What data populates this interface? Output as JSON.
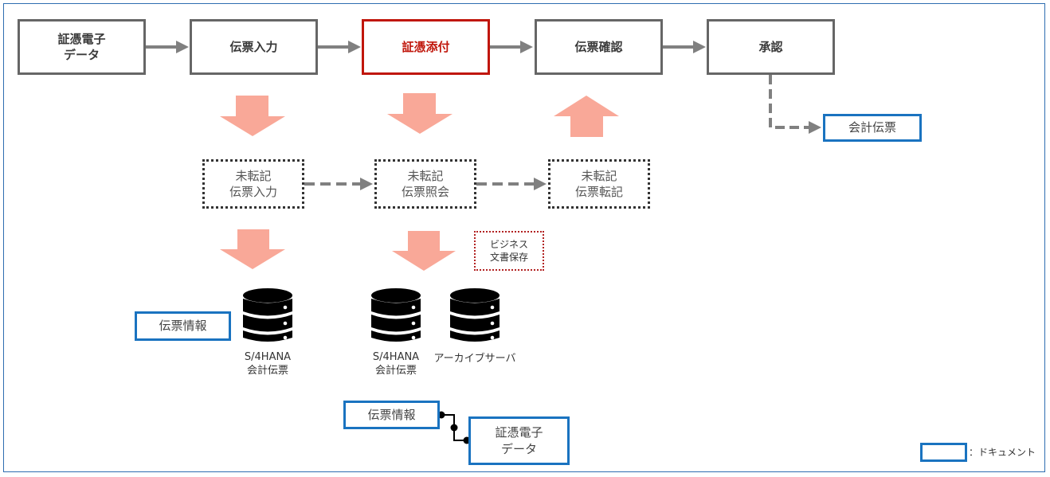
{
  "process_steps": [
    {
      "label": "証憑電子\nデータ",
      "active": false
    },
    {
      "label": "伝票入力",
      "active": false
    },
    {
      "label": "証憑添付",
      "active": true
    },
    {
      "label": "伝票確認",
      "active": false
    },
    {
      "label": "承認",
      "active": false
    }
  ],
  "transactions": [
    {
      "label": "未転記\n伝票入力"
    },
    {
      "label": "未転記\n伝票照会"
    },
    {
      "label": "未転記\n伝票転記"
    }
  ],
  "note": {
    "label": "ビジネス\n文書保存"
  },
  "documents": {
    "accounting_doc": "会計伝票",
    "doc_info_left": "伝票情報",
    "doc_info_bottom": "伝票情報",
    "evidence_data": "証憑電子\nデータ"
  },
  "databases": [
    {
      "icon": "database-icon",
      "caption": "S/4HANA\n会計伝票"
    },
    {
      "icon": "database-icon",
      "caption": "S/4HANA\n会計伝票"
    },
    {
      "icon": "database-icon",
      "caption": "アーカイブサーバ"
    }
  ],
  "legend": {
    "label": "：ドキュメント"
  },
  "colors": {
    "step_border": "#666666",
    "active_step": "#c0160b",
    "document_border": "#1a73c0",
    "block_arrow": "#f9a898",
    "connector": "#808080",
    "frame": "#2e6db0"
  }
}
